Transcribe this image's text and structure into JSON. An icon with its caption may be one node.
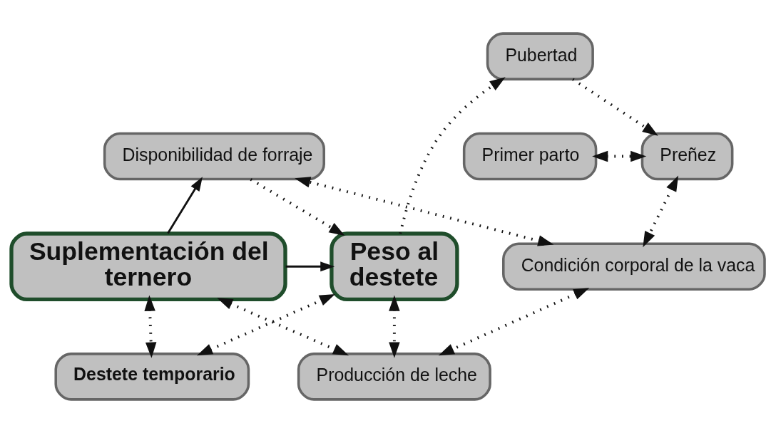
{
  "diagram": {
    "nodes": [
      {
        "text": [
          "Pubertad"
        ]
      },
      {
        "text": [
          "Disponibilidad de forraje"
        ]
      },
      {
        "text": [
          "Preñez"
        ]
      },
      {
        "text": [
          "Primer parto"
        ]
      },
      {
        "text": [
          "Condición corporal de la vaca"
        ]
      },
      {
        "text": [
          "Suplementación del ternero"
        ]
      },
      {
        "text": [
          "Peso al destete"
        ]
      },
      {
        "text": [
          "Destete temporario"
        ]
      },
      {
        "text": [
          "Producción de leche"
        ]
      }
    ],
    "edges": [
      {
        "from": 0,
        "to": 2,
        "arrow": "to",
        "style": "dashed"
      },
      {
        "from": 6,
        "to": 0,
        "arrow": "to",
        "style": "dashed"
      },
      {
        "from": 3,
        "to": 2,
        "arrow": "both",
        "style": "dashed"
      },
      {
        "from": 2,
        "to": 4,
        "arrow": "both",
        "style": "dashed"
      },
      {
        "from": 4,
        "to": 1,
        "arrow": "both",
        "style": "dashed"
      },
      {
        "from": 1,
        "to": 6,
        "arrow": "to",
        "style": "dashed"
      },
      {
        "from": 5,
        "to": 1,
        "arrow": "to"
      },
      {
        "from": 5,
        "to": 6,
        "arrow": "to"
      },
      {
        "from": 5,
        "to": 7,
        "arrow": "both",
        "style": "dashed"
      },
      {
        "from": 7,
        "to": 6,
        "arrow": "both",
        "style": "dashed"
      },
      {
        "from": 5,
        "to": 8,
        "arrow": "both",
        "style": "dashed"
      },
      {
        "from": 4,
        "to": 8,
        "arrow": "both",
        "style": "dashed"
      },
      {
        "from": 6,
        "to": 8,
        "arrow": "both",
        "style": "dashed"
      }
    ]
  }
}
